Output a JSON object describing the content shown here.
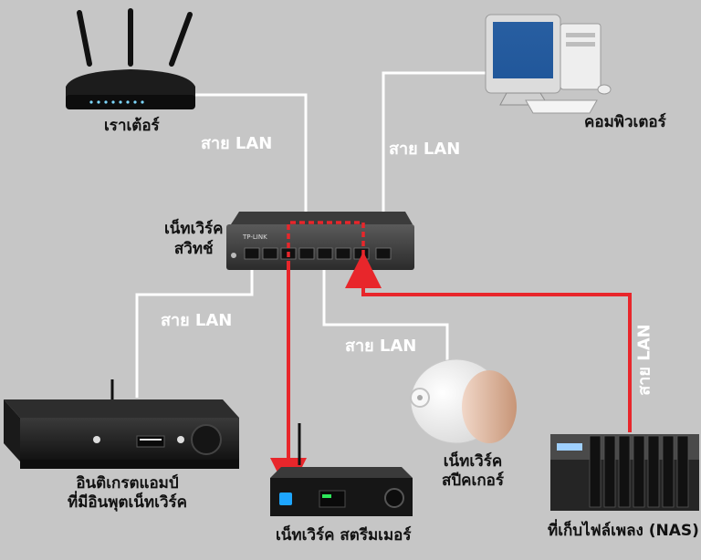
{
  "devices": {
    "router": "เราเต้อร์",
    "computer": "คอมพิวเตอร์",
    "switch_line1": "เน็ทเวิร์ค",
    "switch_line2": "สวิทช์",
    "amp_line1": "อินติเกรตแอมป์",
    "amp_line2": "ที่มีอินพุตเน็ทเวิร์ค",
    "streamer": "เน็ทเวิร์ค สตรีมเมอร์",
    "speaker_line1": "เน็ทเวิร์ค",
    "speaker_line2": "สปีคเกอร์",
    "nas": "ที่เก็บไฟล์เพลง (NAS)"
  },
  "cables": {
    "router": "สาย LAN",
    "computer": "สาย LAN",
    "amp": "สาย LAN",
    "speaker": "สาย LAN",
    "nas": "สาย LAN"
  },
  "device_text": {
    "switch_brand": "TP-LINK"
  },
  "colors": {
    "background": "#c6c6c6",
    "cable_white": "#ffffff",
    "signal_red": "#e8262b"
  }
}
